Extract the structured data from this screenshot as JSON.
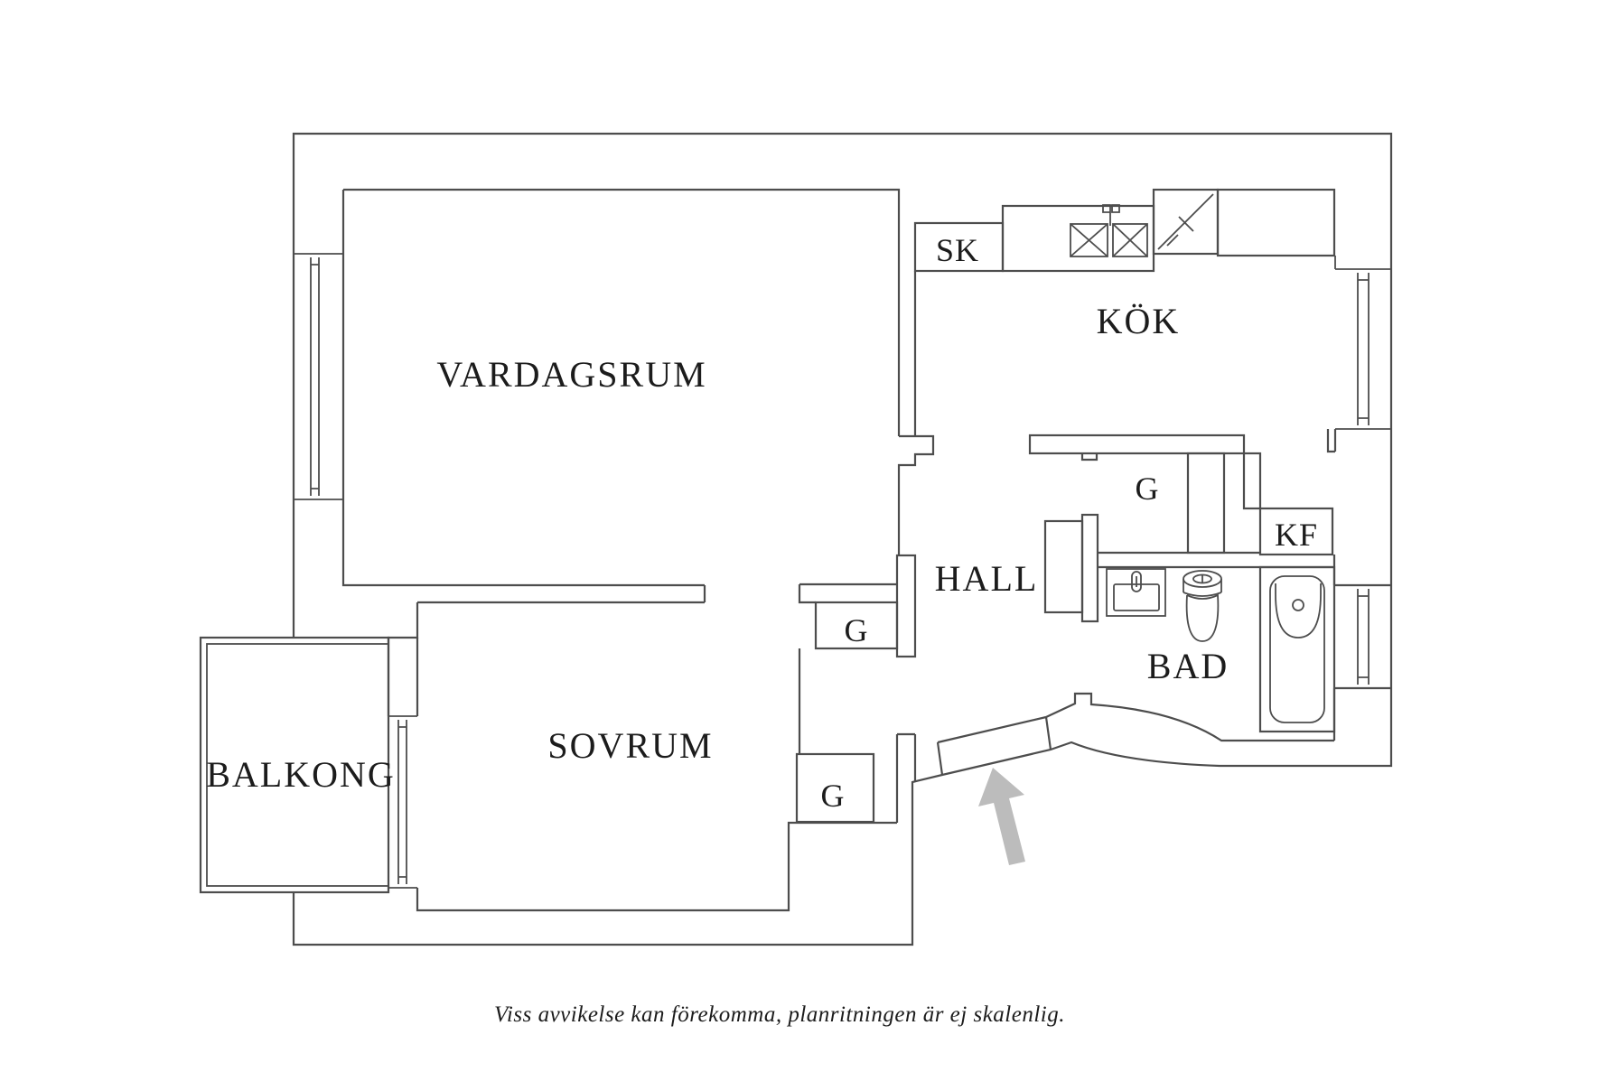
{
  "colors": {
    "background": "#ffffff",
    "wall_line": "#4d4d4d",
    "text": "#1c1c1c",
    "arrow": "#bcbcbc"
  },
  "floor_plan": {
    "rooms": [
      {
        "id": "vardagsrum",
        "label": "VARDAGSRUM"
      },
      {
        "id": "kok",
        "label": "KÖK"
      },
      {
        "id": "sovrum",
        "label": "SOVRUM"
      },
      {
        "id": "hall",
        "label": "HALL"
      },
      {
        "id": "bad",
        "label": "BAD"
      },
      {
        "id": "balkong",
        "label": "BALKONG"
      }
    ],
    "closets": [
      {
        "id": "sk",
        "label": "SK"
      },
      {
        "id": "g_kitchen",
        "label": "G"
      },
      {
        "id": "kf",
        "label": "KF"
      },
      {
        "id": "g_hall",
        "label": "G"
      },
      {
        "id": "g_sovrum",
        "label": "G"
      }
    ],
    "fixtures": [
      "kitchen-double-sink-icon",
      "stove-icon",
      "washbasin-icon",
      "toilet-icon",
      "bathtub-icon"
    ],
    "windows": [
      "vardagsrum-window",
      "kok-window",
      "bad-window",
      "balkong-door"
    ],
    "entrance_arrow": {
      "direction": "up-into-apartment",
      "color": "#bcbcbc"
    }
  },
  "caption": "Viss avvikelse kan förekomma, planritningen är ej skalenlig."
}
